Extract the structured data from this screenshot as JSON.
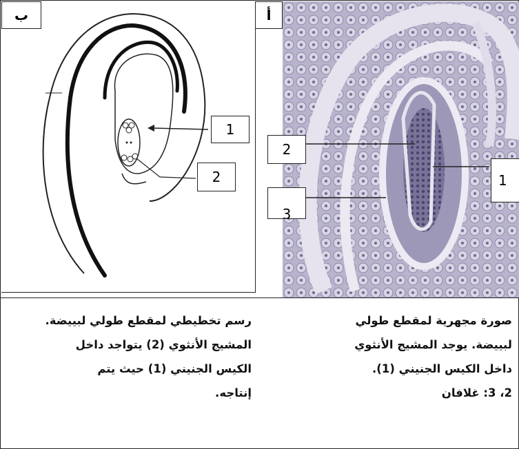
{
  "panels": {
    "left_tag": "ب",
    "right_tag": "أ"
  },
  "diagram_labels": {
    "b1": "1",
    "b2": "2",
    "a2": "2",
    "a3": "3",
    "a1": "1"
  },
  "captions": {
    "left": [
      "رسم تخطيطي لمقطع طولي لبييضة.",
      "المشيج الأنثوي (2) يتواجد داخل",
      "الكيس الجنيني (1) حيث يتم",
      "إنتاجه."
    ],
    "right": [
      "صورة مجهرية لمقطع طولي",
      "لبييضة. يوجد المشيج الأنثوي",
      "داخل الكيس الجنيني (1).",
      "2، 3: غلافان"
    ]
  },
  "colors": {
    "photo_tone": "#a8a2c0",
    "line": "#222222"
  }
}
